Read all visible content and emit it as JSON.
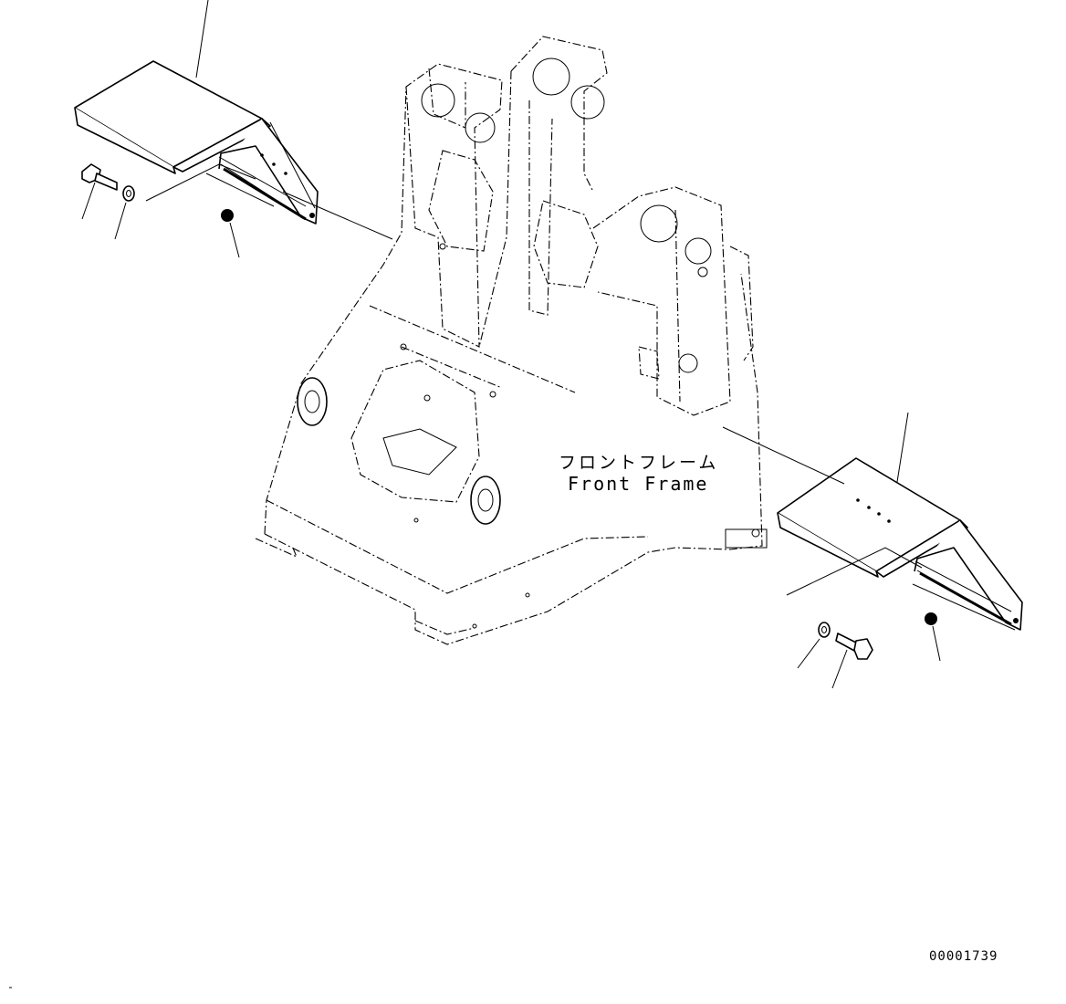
{
  "diagram": {
    "frame_label_jp": "フロントフレーム",
    "frame_label_en": "Front Frame",
    "drawing_number": "00001739"
  },
  "colors": {
    "line": "#000000",
    "background": "#ffffff"
  },
  "icons": [
    "fender-left",
    "fender-right",
    "bolt-icon",
    "washer-icon",
    "nut-icon"
  ]
}
